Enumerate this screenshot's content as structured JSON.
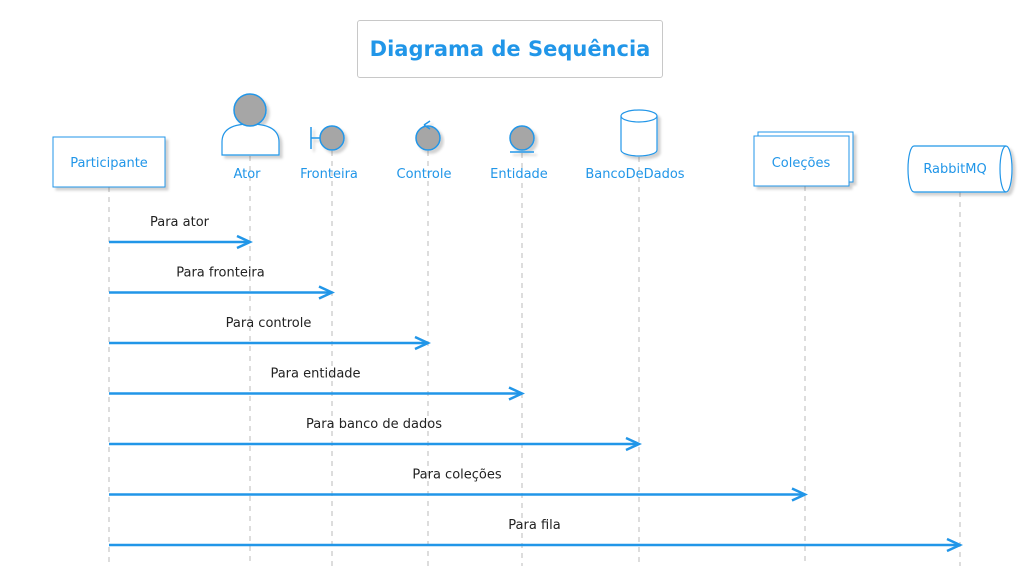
{
  "title": "Diagrama de Sequência",
  "colors": {
    "accent": "#2196e8",
    "icon_fill": "#a6a6a6",
    "lifeline": "#bbbbbb",
    "text": "#222222"
  },
  "participants": [
    {
      "name": "Participante",
      "kind": "participant"
    },
    {
      "name": "Ator",
      "kind": "actor"
    },
    {
      "name": "Fronteira",
      "kind": "boundary"
    },
    {
      "name": "Controle",
      "kind": "control"
    },
    {
      "name": "Entidade",
      "kind": "entity"
    },
    {
      "name": "BancoDeDados",
      "kind": "database"
    },
    {
      "name": "Coleções",
      "kind": "collections"
    },
    {
      "name": "RabbitMQ",
      "kind": "queue"
    }
  ],
  "messages": [
    {
      "from": "Participante",
      "to": "Ator",
      "label": "Para ator"
    },
    {
      "from": "Participante",
      "to": "Fronteira",
      "label": "Para fronteira"
    },
    {
      "from": "Participante",
      "to": "Controle",
      "label": "Para controle"
    },
    {
      "from": "Participante",
      "to": "Entidade",
      "label": "Para entidade"
    },
    {
      "from": "Participante",
      "to": "BancoDeDados",
      "label": "Para banco de dados"
    },
    {
      "from": "Participante",
      "to": "Coleções",
      "label": "Para coleções"
    },
    {
      "from": "Participante",
      "to": "RabbitMQ",
      "label": "Para fila"
    }
  ]
}
